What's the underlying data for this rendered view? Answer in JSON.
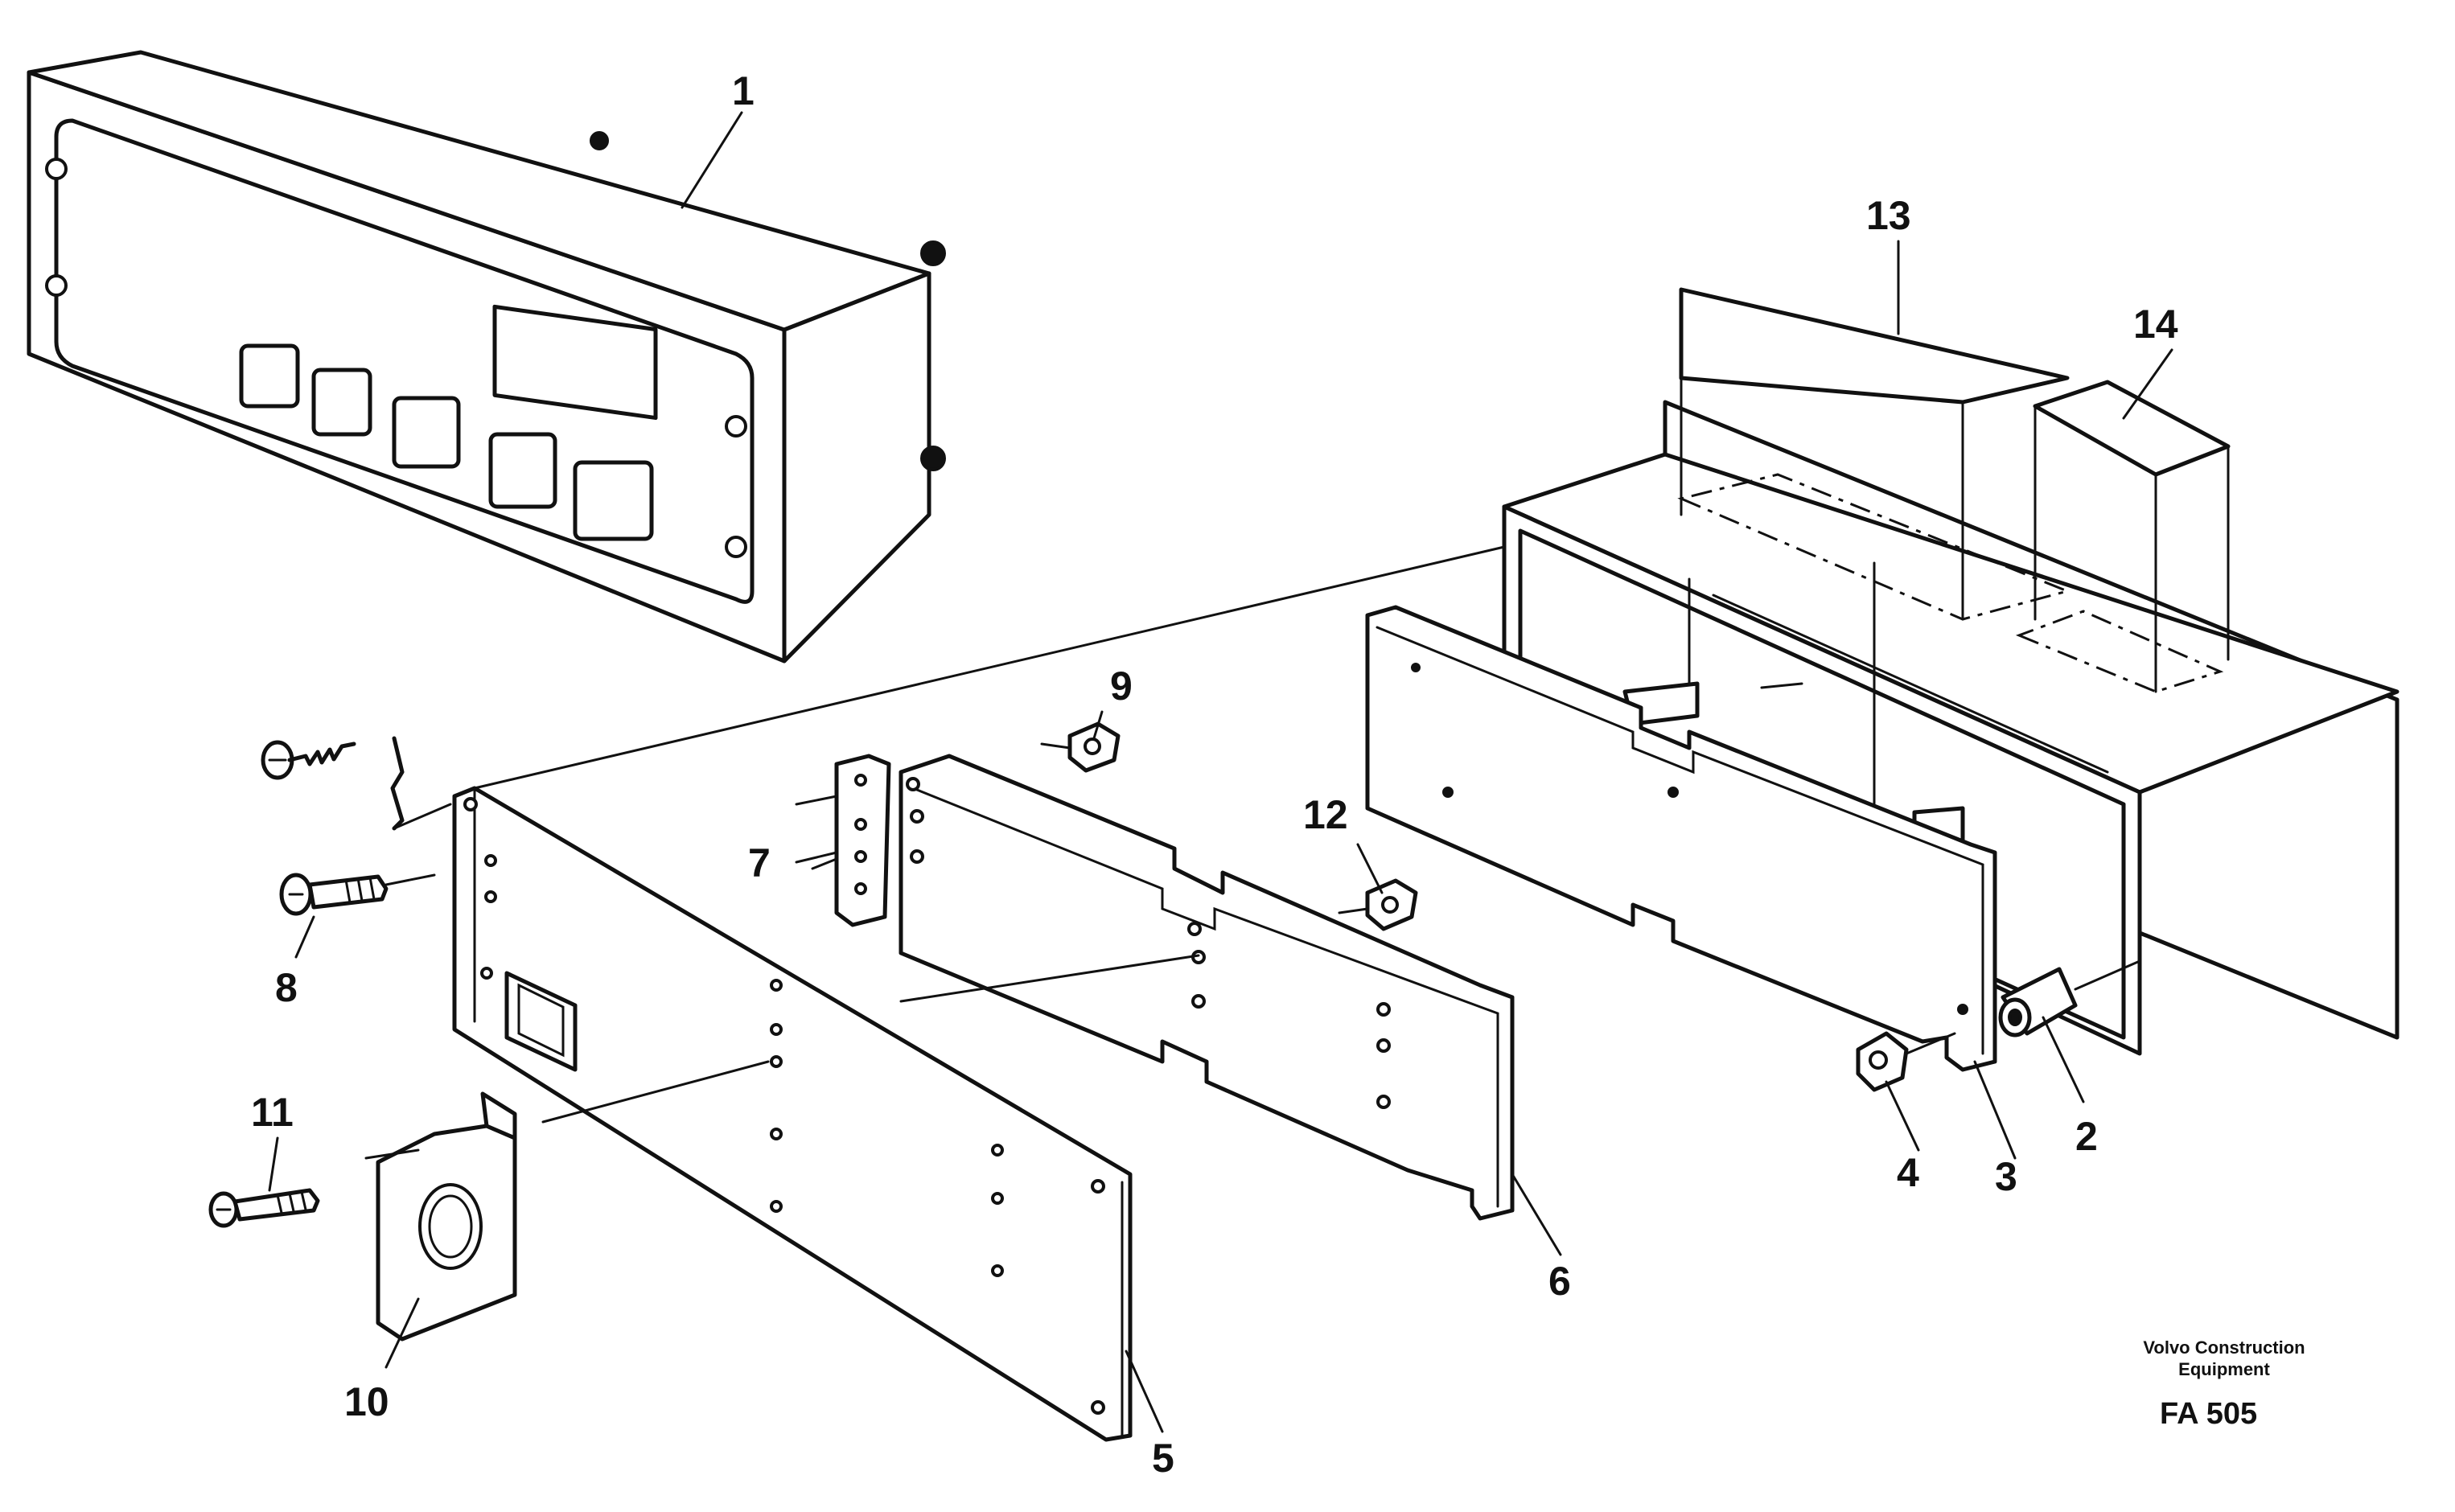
{
  "diagram": {
    "callouts": [
      {
        "id": "1",
        "label": "1"
      },
      {
        "id": "2",
        "label": "2"
      },
      {
        "id": "3",
        "label": "3"
      },
      {
        "id": "4",
        "label": "4"
      },
      {
        "id": "5",
        "label": "5"
      },
      {
        "id": "6",
        "label": "6"
      },
      {
        "id": "7",
        "label": "7"
      },
      {
        "id": "8",
        "label": "8"
      },
      {
        "id": "9",
        "label": "9"
      },
      {
        "id": "10",
        "label": "10"
      },
      {
        "id": "11",
        "label": "11"
      },
      {
        "id": "12",
        "label": "12"
      },
      {
        "id": "13",
        "label": "13"
      },
      {
        "id": "14",
        "label": "14"
      }
    ],
    "credit_line1": "Volvo Construction",
    "credit_line2": "Equipment",
    "figure_code": "FA 505"
  }
}
